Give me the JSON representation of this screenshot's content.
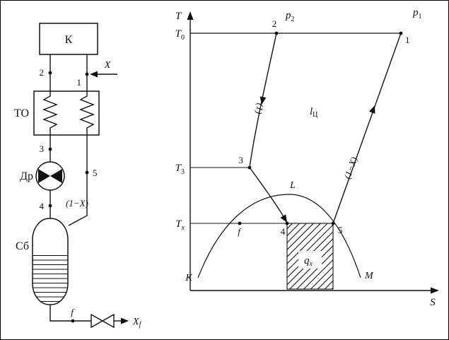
{
  "figure": {
    "flow": {
      "compressor": "К",
      "heat_exchanger": "ТО",
      "throttle": "Др",
      "separator": "Сб",
      "point_1": "1",
      "point_2": "2",
      "point_3": "3",
      "point_4": "4",
      "point_5": "5",
      "point_f": "f",
      "feed": "X",
      "vapor_fraction": "(1−X)",
      "liquid_product_base": "X",
      "liquid_product_sub": "f"
    },
    "ts": {
      "axis_y": "T",
      "axis_x": "S",
      "t0_base": "T",
      "t0_sub": "0",
      "t3_base": "T",
      "t3_sub": "3",
      "tx_base": "T",
      "tx_sub": "x",
      "p1_base": "p",
      "p1_sub": "1",
      "p2_base": "p",
      "p2_sub": "2",
      "point_1": "1",
      "point_2": "2",
      "point_3": "3",
      "point_4": "4",
      "point_5": "5",
      "point_f": "f",
      "dome_left": "К",
      "dome_right": "М",
      "critical_point": "L",
      "branch_high_pressure": "(1)",
      "branch_return": "(1−X)",
      "work_base": "l",
      "work_sub": "Ц",
      "heat_base": "q",
      "heat_sub": "x"
    }
  }
}
